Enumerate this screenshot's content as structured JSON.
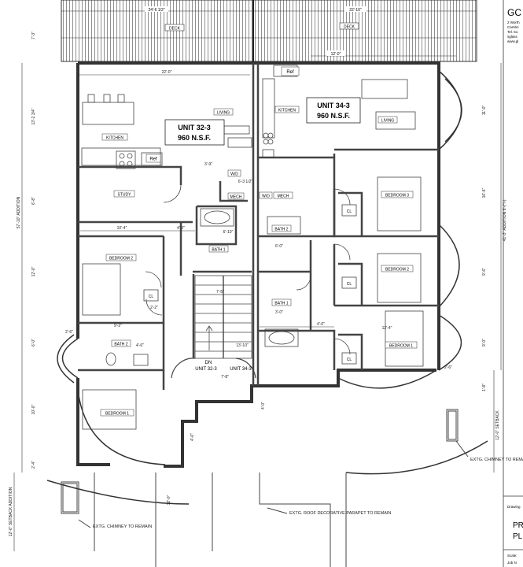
{
  "units": [
    {
      "name": "UNIT 32-3",
      "area": "960 N.S.F."
    },
    {
      "name": "UNIT 34-3",
      "area": "960 N.S.F."
    }
  ],
  "rooms": {
    "living": "LIVING",
    "kitchen": "KITCHEN",
    "study": "STUDY",
    "bedroom1": "BEDROOM 1",
    "bedroom2": "BEDROOM 2",
    "bedroom3": "BEDROOM 3",
    "bath1": "BATH 1",
    "bath2": "BATH 2",
    "deck": "DECK",
    "ref": "Ref",
    "wd": "W/D",
    "mech": "MECH",
    "cl": "CL"
  },
  "stair": {
    "dn": "DN",
    "unit_a": "UNIT 32-3",
    "unit_b": "UNIT 34-3"
  },
  "notes": {
    "chimney": "EXTG. CHIMNEY TO REMAIN",
    "roof_parapet": "EXTG. ROOF DECORATIVE PARAPET TO REMAIN"
  },
  "dimensions": {
    "top_left": "24'-6 1/2\"",
    "top_right": "22'-10\"",
    "width_right": "12'-0\"",
    "living_width": "22'-0\"",
    "study_width": "10'-4\"",
    "gap_4": "4'-0\"",
    "bath_9": "9'-2\"",
    "left_total": "57'-10\" ADDITION",
    "left_setback": "12'-6\" SETBACK ADDITION",
    "right_total": "41'-3\" ADDITION 6'-(*/-)",
    "right_setback": "12'-0\" SETBACK",
    "d_7_3": "7'-3\"",
    "d_13_2": "13'-2 3/4\"",
    "d_6_8": "6'-8\"",
    "d_12_0": "12'-0\"",
    "d_11_0": "11'-0\"",
    "d_10_6": "10'-6\"",
    "d_9_6": "9'-6\"",
    "d_9_0": "9'-0\"",
    "d_10_0": "10'-0\"",
    "d_2_4": "2'-4\"",
    "d_1_8": "1'-8\"",
    "d_2_6": "2'-6\"",
    "d_6_10": "6'-10\"",
    "d_3_9": "3'-9\"",
    "d_6_3": "6'-3 1/2\"",
    "d_2_2": "2'-2\"",
    "d_3_0": "3'-0\"",
    "d_12_4": "12'-4\"",
    "d_4_6": "4'-6\"",
    "d_7_5": "7'-5\"",
    "d_7_8": "7'-8\"",
    "d_6_0": "6'-0\"",
    "d_4_0": "4'-0\"",
    "d_13_10": "13'-10\""
  },
  "title_block": {
    "firm": "GC",
    "address1": "2 Worth",
    "address2": "Cambri",
    "tel": "Tel. 61",
    "web": "sglass",
    "web2": "www.gl",
    "drawing_label": "Drawing",
    "title1": "PR",
    "title2": "PL",
    "scale_label": "Scale:",
    "job_label": "Job N"
  }
}
